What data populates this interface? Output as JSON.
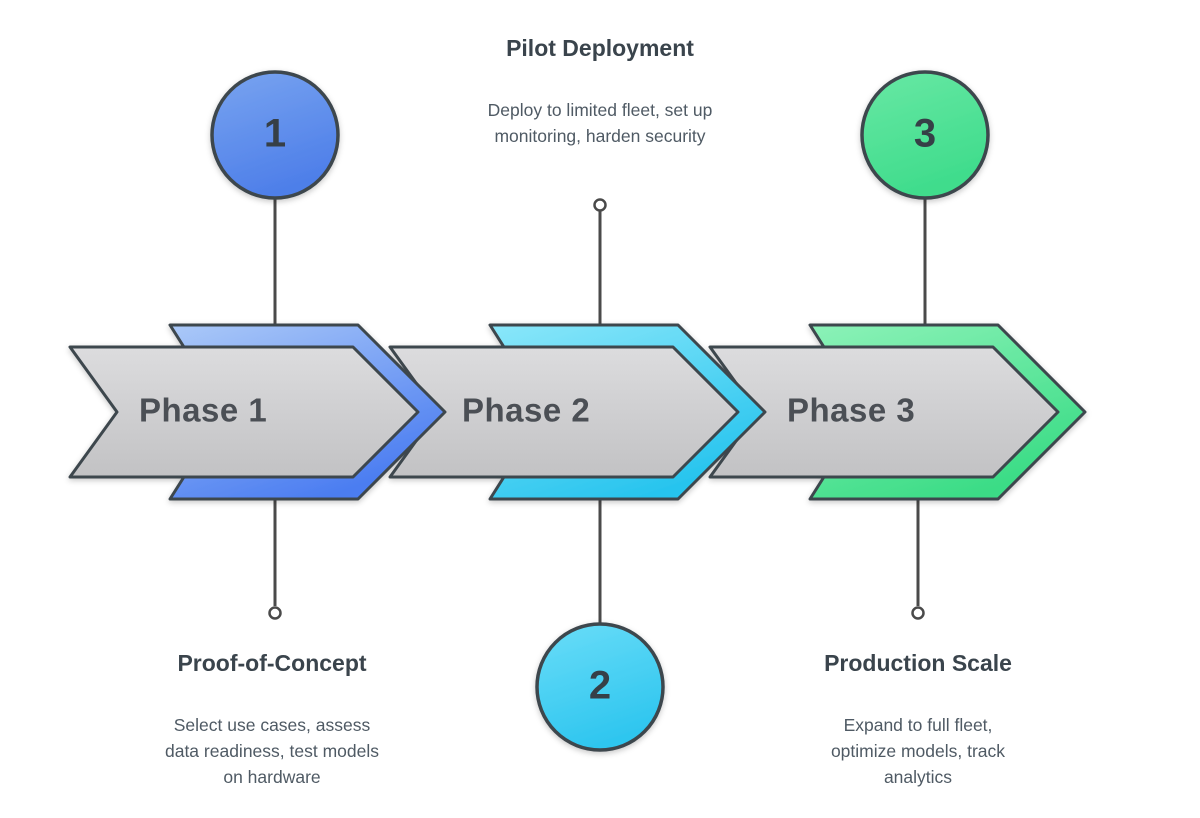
{
  "phases": [
    {
      "arrow_label": "Phase 1",
      "badge": "1",
      "badge_position": "top",
      "info_title": "Proof-of-Concept",
      "info_description": "Select use cases, assess data readiness, test models on hardware",
      "accent_light": "#ABC9F8",
      "accent": "#4B7DF1",
      "circle_light": "#79A4F0",
      "circle": "#4E7FE9"
    },
    {
      "arrow_label": "Phase 2",
      "badge": "2",
      "badge_position": "bottom",
      "info_title": "Pilot Deployment",
      "info_description": "Deploy to limited fleet, set up monitoring, harden security",
      "accent_light": "#8AE7FA",
      "accent": "#27C4EE",
      "circle_light": "#6ADDF8",
      "circle": "#2FC6EF"
    },
    {
      "arrow_label": "Phase 3",
      "badge": "3",
      "badge_position": "top",
      "info_title": "Production Scale",
      "info_description": "Expand to full fleet, optimize models, track analytics",
      "accent_light": "#8CF2B8",
      "accent": "#3BDC86",
      "circle_light": "#68E8A4",
      "circle": "#3FDC8C"
    }
  ],
  "styles": {
    "background": "#FFFFFF",
    "arrow_fill_light": "#DCDCDE",
    "arrow_fill": "#C2C2C4",
    "outline": "#3E464D",
    "connector": "#4A4A4A",
    "title_color": "#3A444C",
    "description_color": "#4F5A64",
    "phase_label_color": "#4B4F55",
    "badge_text_color": "#363F47"
  }
}
